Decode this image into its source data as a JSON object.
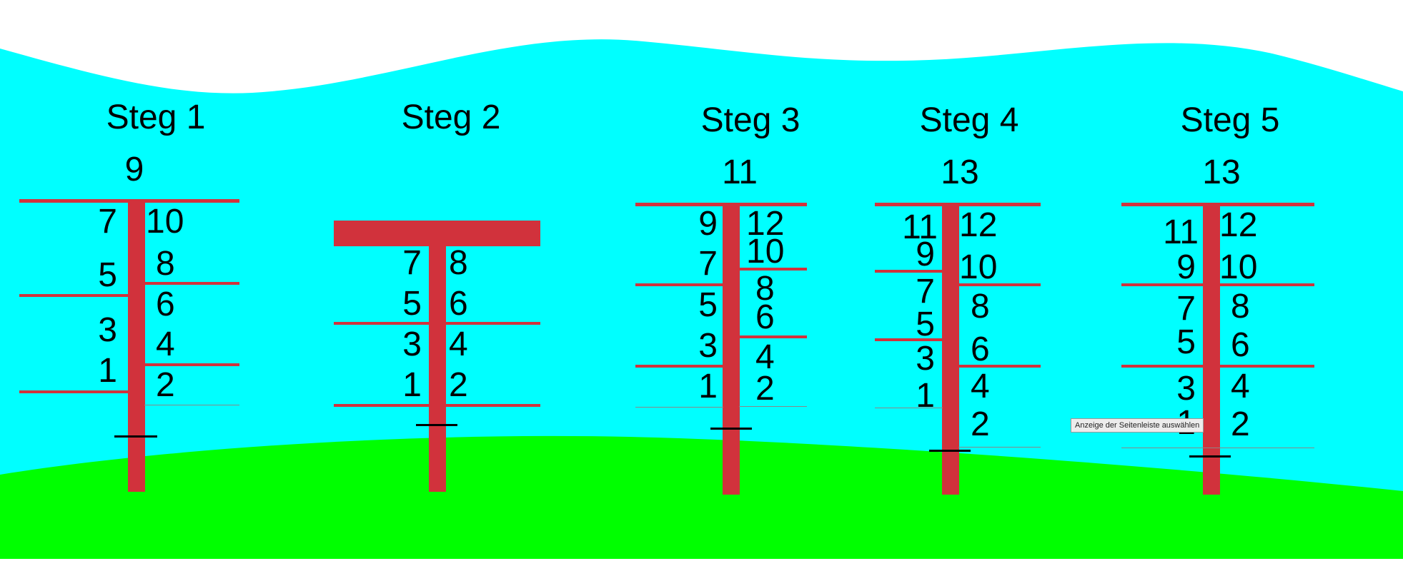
{
  "colors": {
    "sky": "#00ffff",
    "ground": "#00ff00",
    "pole": "#d1323c",
    "background": "#ffffff"
  },
  "scene": {
    "bridges": [
      {
        "title": "Steg 1",
        "top_number": "9",
        "left_labels": [
          "7",
          "5",
          "3",
          "1"
        ],
        "right_labels": [
          "10",
          "8",
          "6",
          "4",
          "2"
        ]
      },
      {
        "title": "Steg 2",
        "top_number": "",
        "left_labels": [
          "7",
          "5",
          "3",
          "1"
        ],
        "right_labels": [
          "8",
          "6",
          "4",
          "2"
        ]
      },
      {
        "title": "Steg 3",
        "top_number": "11",
        "left_labels": [
          "9",
          "7",
          "5",
          "3",
          "1"
        ],
        "right_labels": [
          "12",
          "10",
          "8",
          "6",
          "4",
          "2"
        ]
      },
      {
        "title": "Steg 4",
        "top_number": "13",
        "left_labels": [
          "11",
          "9",
          "7",
          "5",
          "3",
          "1"
        ],
        "right_labels": [
          "12",
          "10",
          "8",
          "6",
          "4",
          "2"
        ]
      },
      {
        "title": "Steg 5",
        "top_number": "13",
        "left_labels": [
          "11",
          "9",
          "7",
          "5",
          "3",
          "1"
        ],
        "right_labels": [
          "12",
          "10",
          "8",
          "6",
          "4",
          "2"
        ]
      }
    ]
  },
  "tooltip": {
    "text": "Anzeige der Seitenleiste auswählen"
  }
}
